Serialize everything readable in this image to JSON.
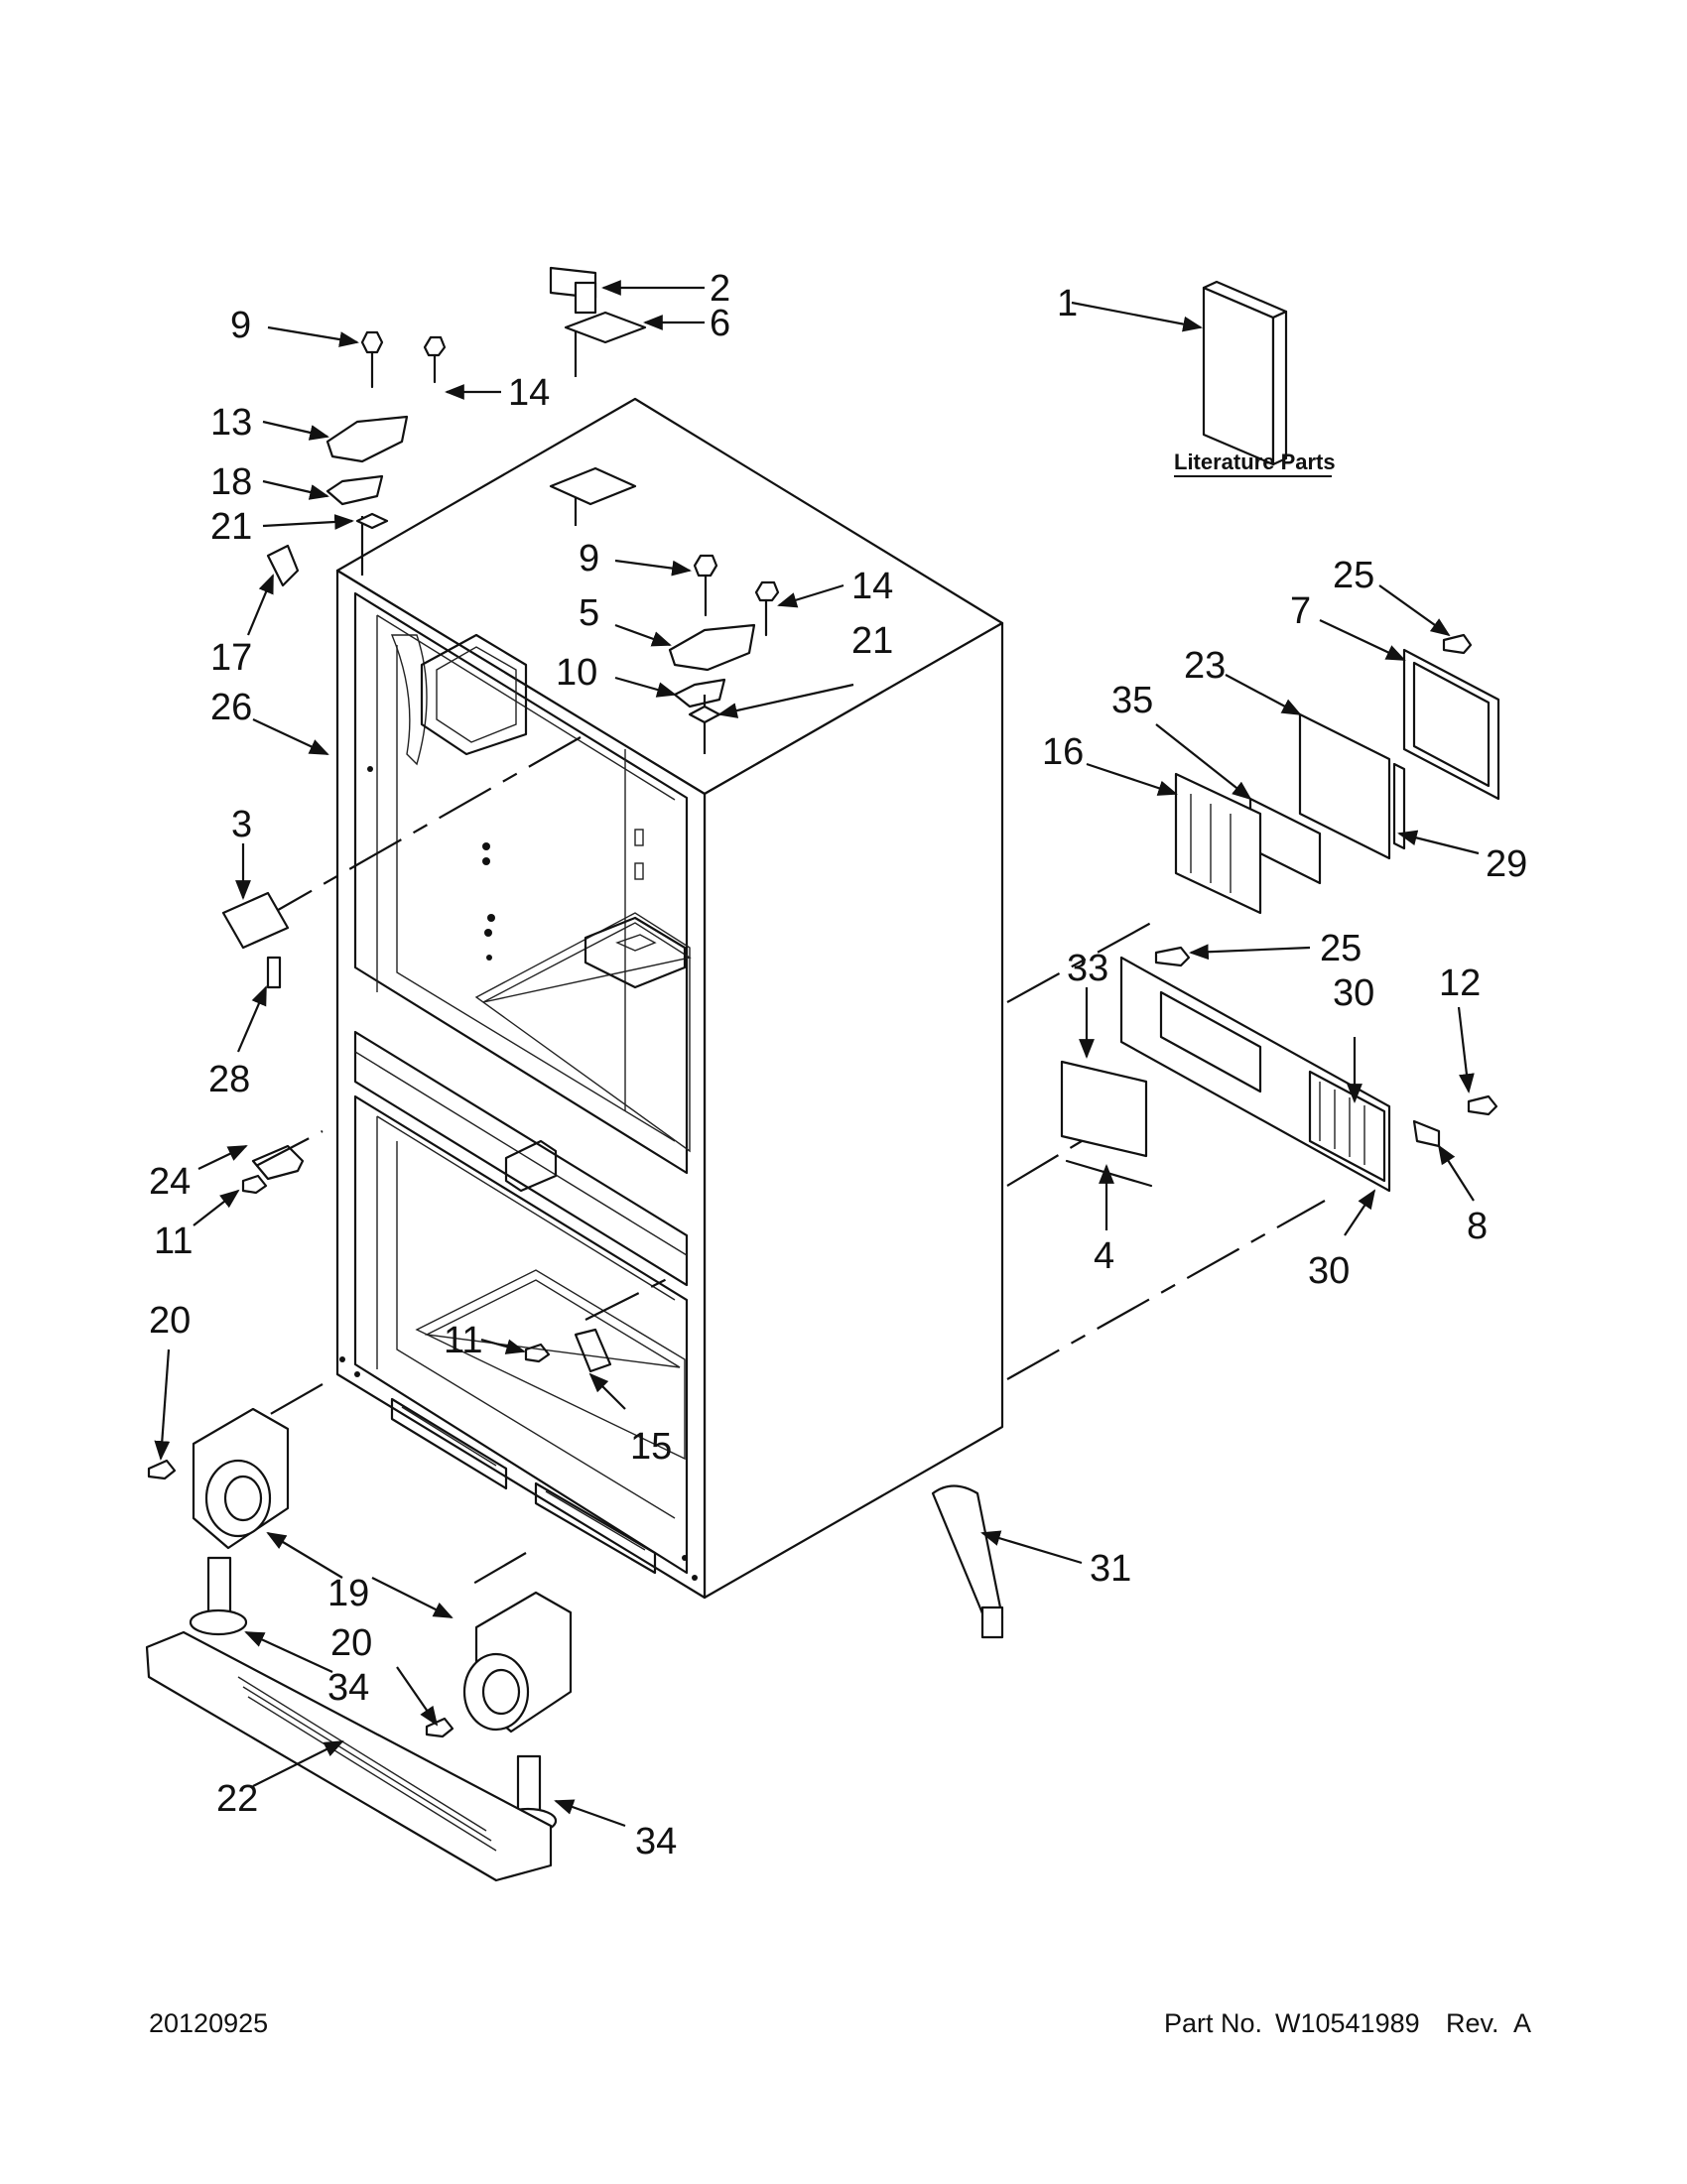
{
  "footer": {
    "date_code": "20120925",
    "part_label": "Part No.",
    "part_number": "W10541989",
    "rev_label": "Rev.",
    "rev_value": "A"
  },
  "literature": {
    "label": "Literature Parts"
  },
  "callouts": [
    {
      "id": "c1",
      "text": "1"
    },
    {
      "id": "c2",
      "text": "2"
    },
    {
      "id": "c6",
      "text": "6"
    },
    {
      "id": "c9a",
      "text": "9"
    },
    {
      "id": "c14a",
      "text": "14"
    },
    {
      "id": "c13",
      "text": "13"
    },
    {
      "id": "c18",
      "text": "18"
    },
    {
      "id": "c21a",
      "text": "21"
    },
    {
      "id": "c17",
      "text": "17"
    },
    {
      "id": "c26",
      "text": "26"
    },
    {
      "id": "c9b",
      "text": "9"
    },
    {
      "id": "c14b",
      "text": "14"
    },
    {
      "id": "c5",
      "text": "5"
    },
    {
      "id": "c10",
      "text": "10"
    },
    {
      "id": "c21b",
      "text": "21"
    },
    {
      "id": "c25a",
      "text": "25"
    },
    {
      "id": "c7",
      "text": "7"
    },
    {
      "id": "c23",
      "text": "23"
    },
    {
      "id": "c35",
      "text": "35"
    },
    {
      "id": "c16",
      "text": "16"
    },
    {
      "id": "c29",
      "text": "29"
    },
    {
      "id": "c3",
      "text": "3"
    },
    {
      "id": "c28",
      "text": "28"
    },
    {
      "id": "c25b",
      "text": "25"
    },
    {
      "id": "c33",
      "text": "33"
    },
    {
      "id": "c30a",
      "text": "30"
    },
    {
      "id": "c12",
      "text": "12"
    },
    {
      "id": "c24",
      "text": "24"
    },
    {
      "id": "c11a",
      "text": "11"
    },
    {
      "id": "c4",
      "text": "4"
    },
    {
      "id": "c8",
      "text": "8"
    },
    {
      "id": "c30b",
      "text": "30"
    },
    {
      "id": "c20a",
      "text": "20"
    },
    {
      "id": "c11b",
      "text": "11"
    },
    {
      "id": "c15",
      "text": "15"
    },
    {
      "id": "c19",
      "text": "19"
    },
    {
      "id": "c20b",
      "text": "20"
    },
    {
      "id": "c31",
      "text": "31"
    },
    {
      "id": "c34a",
      "text": "34"
    },
    {
      "id": "c22",
      "text": "22"
    },
    {
      "id": "c34b",
      "text": "34"
    }
  ]
}
